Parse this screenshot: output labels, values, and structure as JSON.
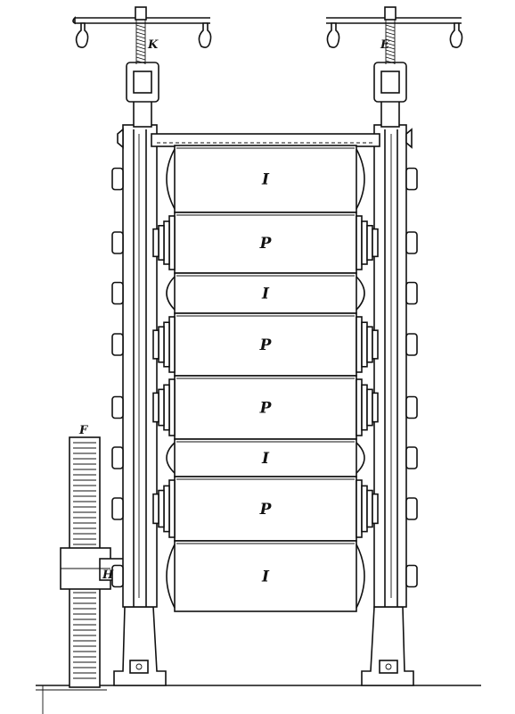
{
  "labels": {
    "screw_left": "K",
    "screw_right": "E",
    "gear": "F",
    "hub": "H"
  },
  "rolls": [
    {
      "label": "I",
      "kind": "iron"
    },
    {
      "label": "P",
      "kind": "paper"
    },
    {
      "label": "I",
      "kind": "iron"
    },
    {
      "label": "P",
      "kind": "paper"
    },
    {
      "label": "P",
      "kind": "paper"
    },
    {
      "label": "I",
      "kind": "iron"
    },
    {
      "label": "P",
      "kind": "paper"
    },
    {
      "label": "I",
      "kind": "iron"
    }
  ],
  "colors": {
    "ink": "#111111",
    "paper": "#ffffff"
  }
}
